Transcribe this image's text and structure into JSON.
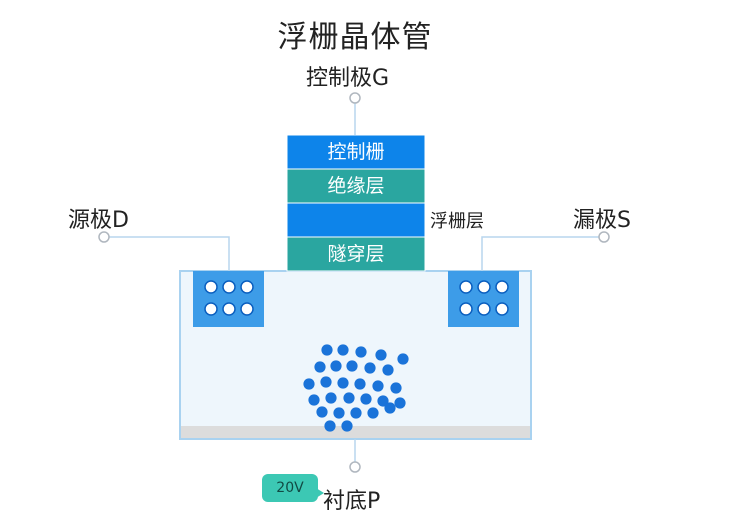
{
  "title": "浮栅晶体管",
  "terminals": {
    "gate": "控制极G",
    "source": "源极D",
    "drain": "漏极S",
    "substrate": "衬底P"
  },
  "gate_stack": {
    "layers": [
      "控制栅",
      "绝缘层",
      "",
      "隧穿层"
    ],
    "floating_gate_label": "浮栅层"
  },
  "voltage_badge": "20V",
  "colors": {
    "control_gate": "#0d84ea",
    "insulator": "#2aa6a0",
    "floating_gate": "#0d84ea",
    "tunnel": "#2aa6a0",
    "well": "#3d9ce8",
    "electron": "#1a73d9",
    "substrate_fill": "#eef6fc",
    "substrate_border": "#a9d2f0",
    "badge": "#3cc8b4"
  }
}
